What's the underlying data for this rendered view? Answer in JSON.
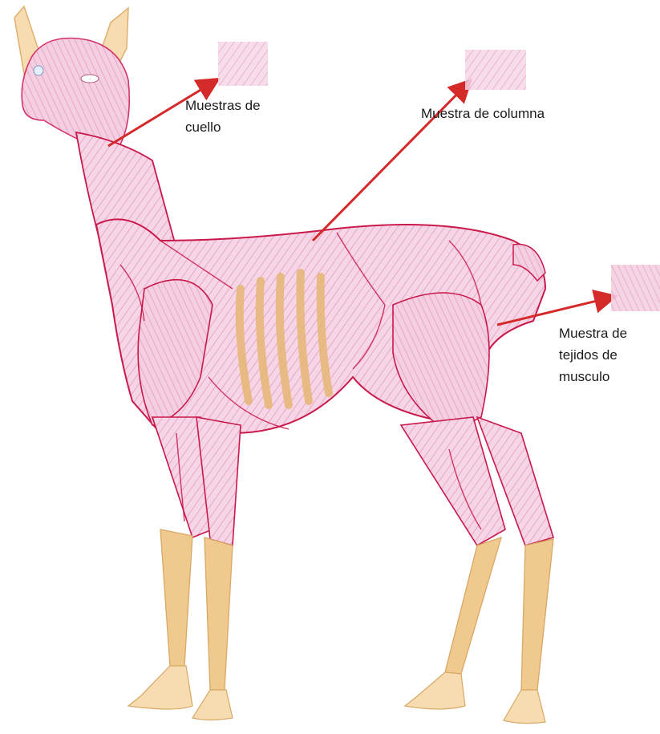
{
  "labels": {
    "neck": "Muestras  de\ncuello",
    "spine": "Muestra de columna",
    "muscle": "Muestra de\ntejidos de\nmusculo"
  },
  "colors": {
    "arrow": "#d42a2a",
    "muscle_outline": "#c9184a",
    "muscle_fill": "#f3cde0",
    "bone": "#efc98e",
    "hoof": "#f6dcb0",
    "swatch": "#f4cde6"
  }
}
